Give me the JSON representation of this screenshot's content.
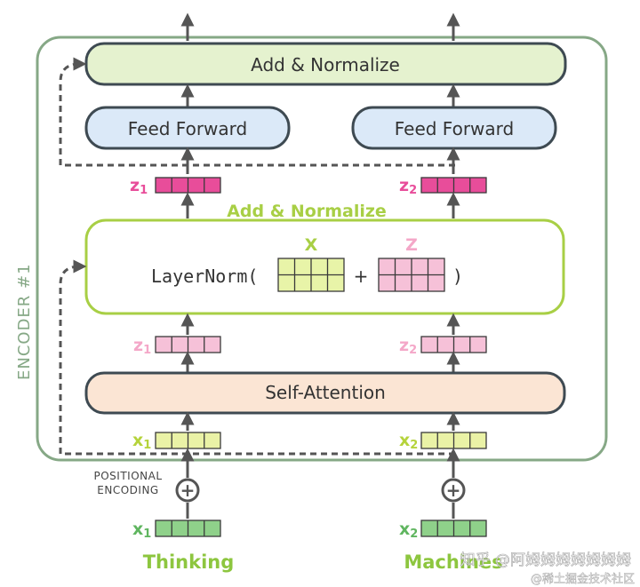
{
  "encoder_label": "ENCODER #1",
  "top_add_normalize": "Add & Normalize",
  "feed_forward_left": "Feed Forward",
  "feed_forward_right": "Feed Forward",
  "mid_add_normalize": "Add & Normalize",
  "layernorm_text": "LayerNorm(",
  "layernorm_plus": "+",
  "layernorm_close": ")",
  "matrix_x_label": "X",
  "matrix_z_label": "Z",
  "self_attention": "Self-Attention",
  "z_out_left": {
    "base": "z",
    "sub": "1"
  },
  "z_out_right": {
    "base": "z",
    "sub": "2"
  },
  "z_in_left": {
    "base": "z",
    "sub": "1"
  },
  "z_in_right": {
    "base": "z",
    "sub": "2"
  },
  "x_in_left": {
    "base": "x",
    "sub": "1"
  },
  "x_in_right": {
    "base": "x",
    "sub": "2"
  },
  "x_emb_left": {
    "base": "x",
    "sub": "1"
  },
  "x_emb_right": {
    "base": "x",
    "sub": "2"
  },
  "positional_line1": "POSITIONAL",
  "positional_line2": "ENCODING",
  "plus_symbol": "+",
  "word_left": "Thinking",
  "word_right": "Machines",
  "watermark_line1": "知乎 @阿姆姆姆姆姆姆姆",
  "watermark_line2": "@稀土掘金技术社区",
  "colors": {
    "frame": "#86a886",
    "arrow": "#555555",
    "green_text": "#8dc63f",
    "pink_text": "#e84d9a",
    "light_pink_text": "#f4a7c8",
    "add_norm_fill": "#e5f2cf",
    "ff_fill": "#dbe9f8",
    "sa_fill": "#fbe5d4",
    "layernorm_border": "#a8cf45"
  }
}
